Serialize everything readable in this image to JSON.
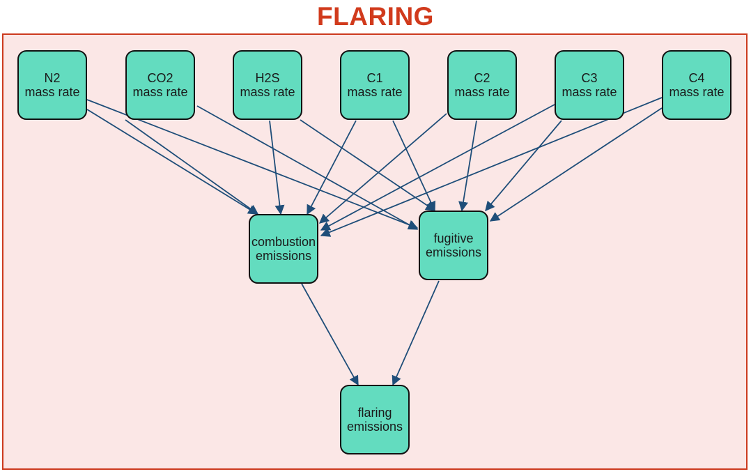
{
  "title": "FLARING",
  "colors": {
    "title": "#d13a1c",
    "frame_border": "#cc3a1e",
    "frame_fill": "#fbe7e6",
    "node_fill": "#63dcbf",
    "node_border": "#111111",
    "edge": "#1f4e79"
  },
  "nodes": {
    "n2": {
      "line1": "N2",
      "line2": "mass rate"
    },
    "co2": {
      "line1": "CO2",
      "line2": "mass rate"
    },
    "h2s": {
      "line1": "H2S",
      "line2": "mass rate"
    },
    "c1": {
      "line1": "C1",
      "line2": "mass rate"
    },
    "c2": {
      "line1": "C2",
      "line2": "mass rate"
    },
    "c3": {
      "line1": "C3",
      "line2": "mass rate"
    },
    "c4": {
      "line1": "C4",
      "line2": "mass rate"
    },
    "combustion": {
      "line1": "combustion",
      "line2": "emissions"
    },
    "fugitive": {
      "line1": "fugitive",
      "line2": "emissions"
    },
    "flaring": {
      "line1": "flaring",
      "line2": "emissions"
    }
  },
  "edges": [
    {
      "from": "n2",
      "to": "combustion"
    },
    {
      "from": "n2",
      "to": "fugitive"
    },
    {
      "from": "co2",
      "to": "combustion"
    },
    {
      "from": "co2",
      "to": "fugitive"
    },
    {
      "from": "h2s",
      "to": "combustion"
    },
    {
      "from": "h2s",
      "to": "fugitive"
    },
    {
      "from": "c1",
      "to": "combustion"
    },
    {
      "from": "c1",
      "to": "fugitive"
    },
    {
      "from": "c2",
      "to": "combustion"
    },
    {
      "from": "c2",
      "to": "fugitive"
    },
    {
      "from": "c3",
      "to": "combustion"
    },
    {
      "from": "c3",
      "to": "fugitive"
    },
    {
      "from": "c4",
      "to": "combustion"
    },
    {
      "from": "c4",
      "to": "fugitive"
    },
    {
      "from": "combustion",
      "to": "flaring"
    },
    {
      "from": "fugitive",
      "to": "flaring"
    }
  ]
}
